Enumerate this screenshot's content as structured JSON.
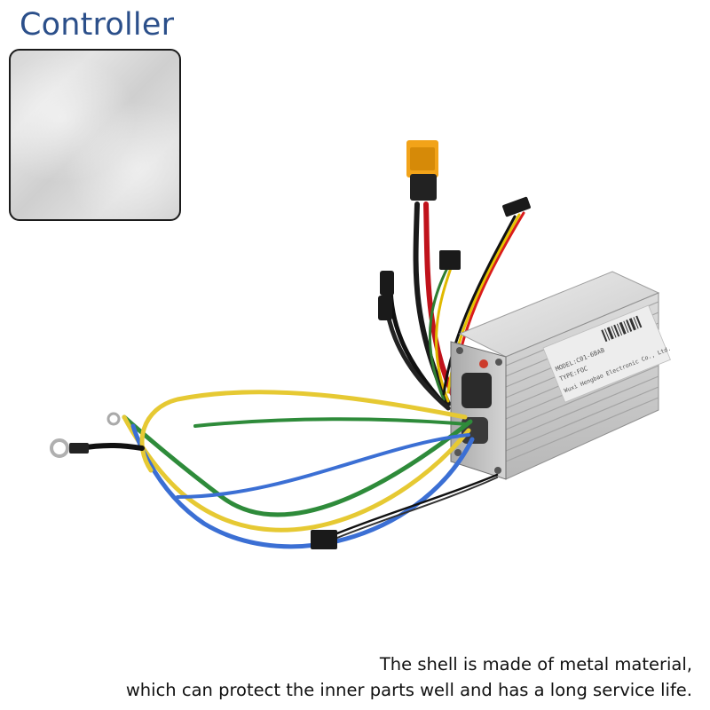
{
  "title": "Controller",
  "swatch": {
    "material": "brushed aluminum"
  },
  "product": {
    "icon": "controller-product-photo",
    "label_lines": [
      "MODEL:C01-6BAB",
      "TYPE:FOC",
      "Wuxi Hengbao Electronic Co., Ltd."
    ]
  },
  "caption": {
    "line1": "The shell is made of metal material,",
    "line2": "which can protect the inner parts well and has a long service life."
  }
}
